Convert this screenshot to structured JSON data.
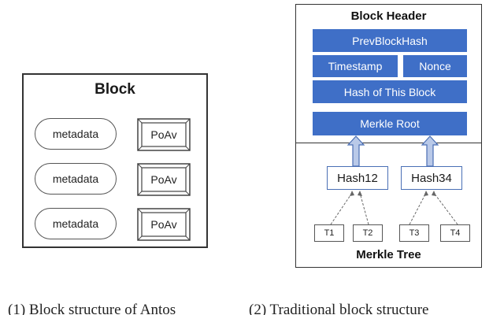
{
  "left_panel": {
    "title": "Block",
    "rows": [
      {
        "metadata": "metadata",
        "poav": "PoAv"
      },
      {
        "metadata": "metadata",
        "poav": "PoAv"
      },
      {
        "metadata": "metadata",
        "poav": "PoAv"
      }
    ]
  },
  "right_panel": {
    "header_title": "Block Header",
    "prev_hash": "PrevBlockHash",
    "timestamp": "Timestamp",
    "nonce": "Nonce",
    "this_hash": "Hash of This Block",
    "merkle_root": "Merkle Root",
    "hash12": "Hash12",
    "hash34": "Hash34",
    "transactions": [
      "T1",
      "T2",
      "T3",
      "T4"
    ],
    "tree_title": "Merkle Tree"
  },
  "captions": {
    "left": "(1) Block structure of Antos",
    "right": "(2) Traditional block structure"
  },
  "colors": {
    "header_fill": "#3f6fc7",
    "arrow_fill": "#b9c9e8",
    "arrow_stroke": "#4a6fb5"
  }
}
